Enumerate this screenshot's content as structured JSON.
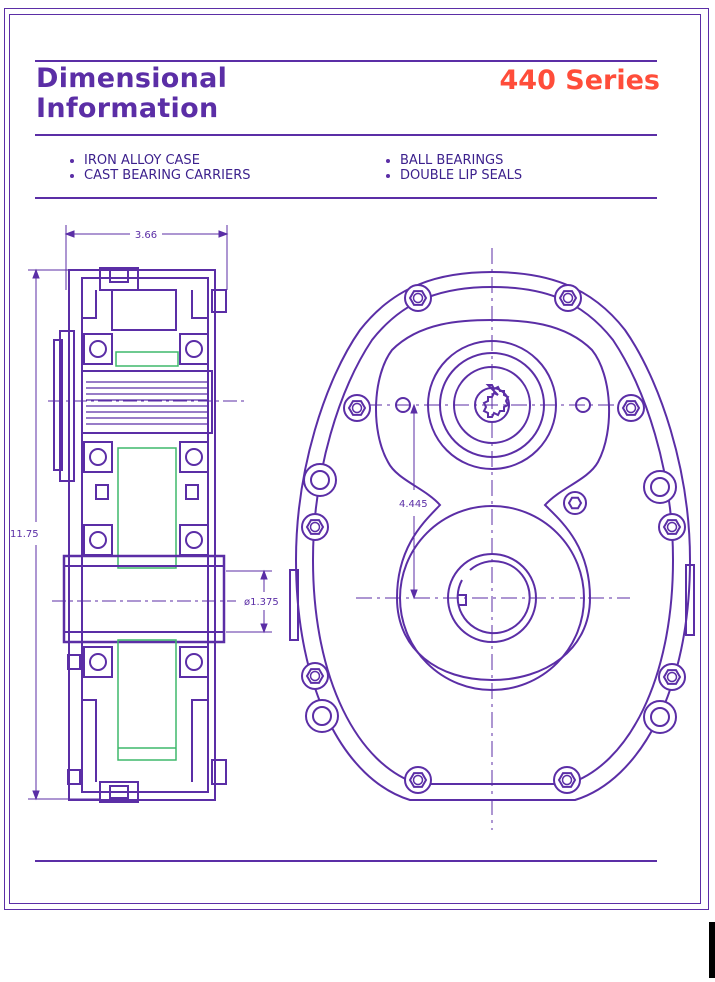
{
  "header": {
    "title_line1": "Dimensional",
    "title_line2": "Information",
    "series": "440 Series"
  },
  "features": {
    "left": [
      "IRON ALLOY CASE",
      "CAST BEARING CARRIERS"
    ],
    "right": [
      "BALL BEARINGS",
      "DOUBLE LIP SEALS"
    ]
  },
  "dimensions": {
    "width": "3.66",
    "height": "11.75",
    "shaft_diameter": "ø1.375",
    "center_distance": "4.445"
  },
  "colors": {
    "line": "#5b2ea6",
    "title": "#5b2ea6",
    "series": "#ff4d3a",
    "accent_green": "#3fb86b"
  }
}
